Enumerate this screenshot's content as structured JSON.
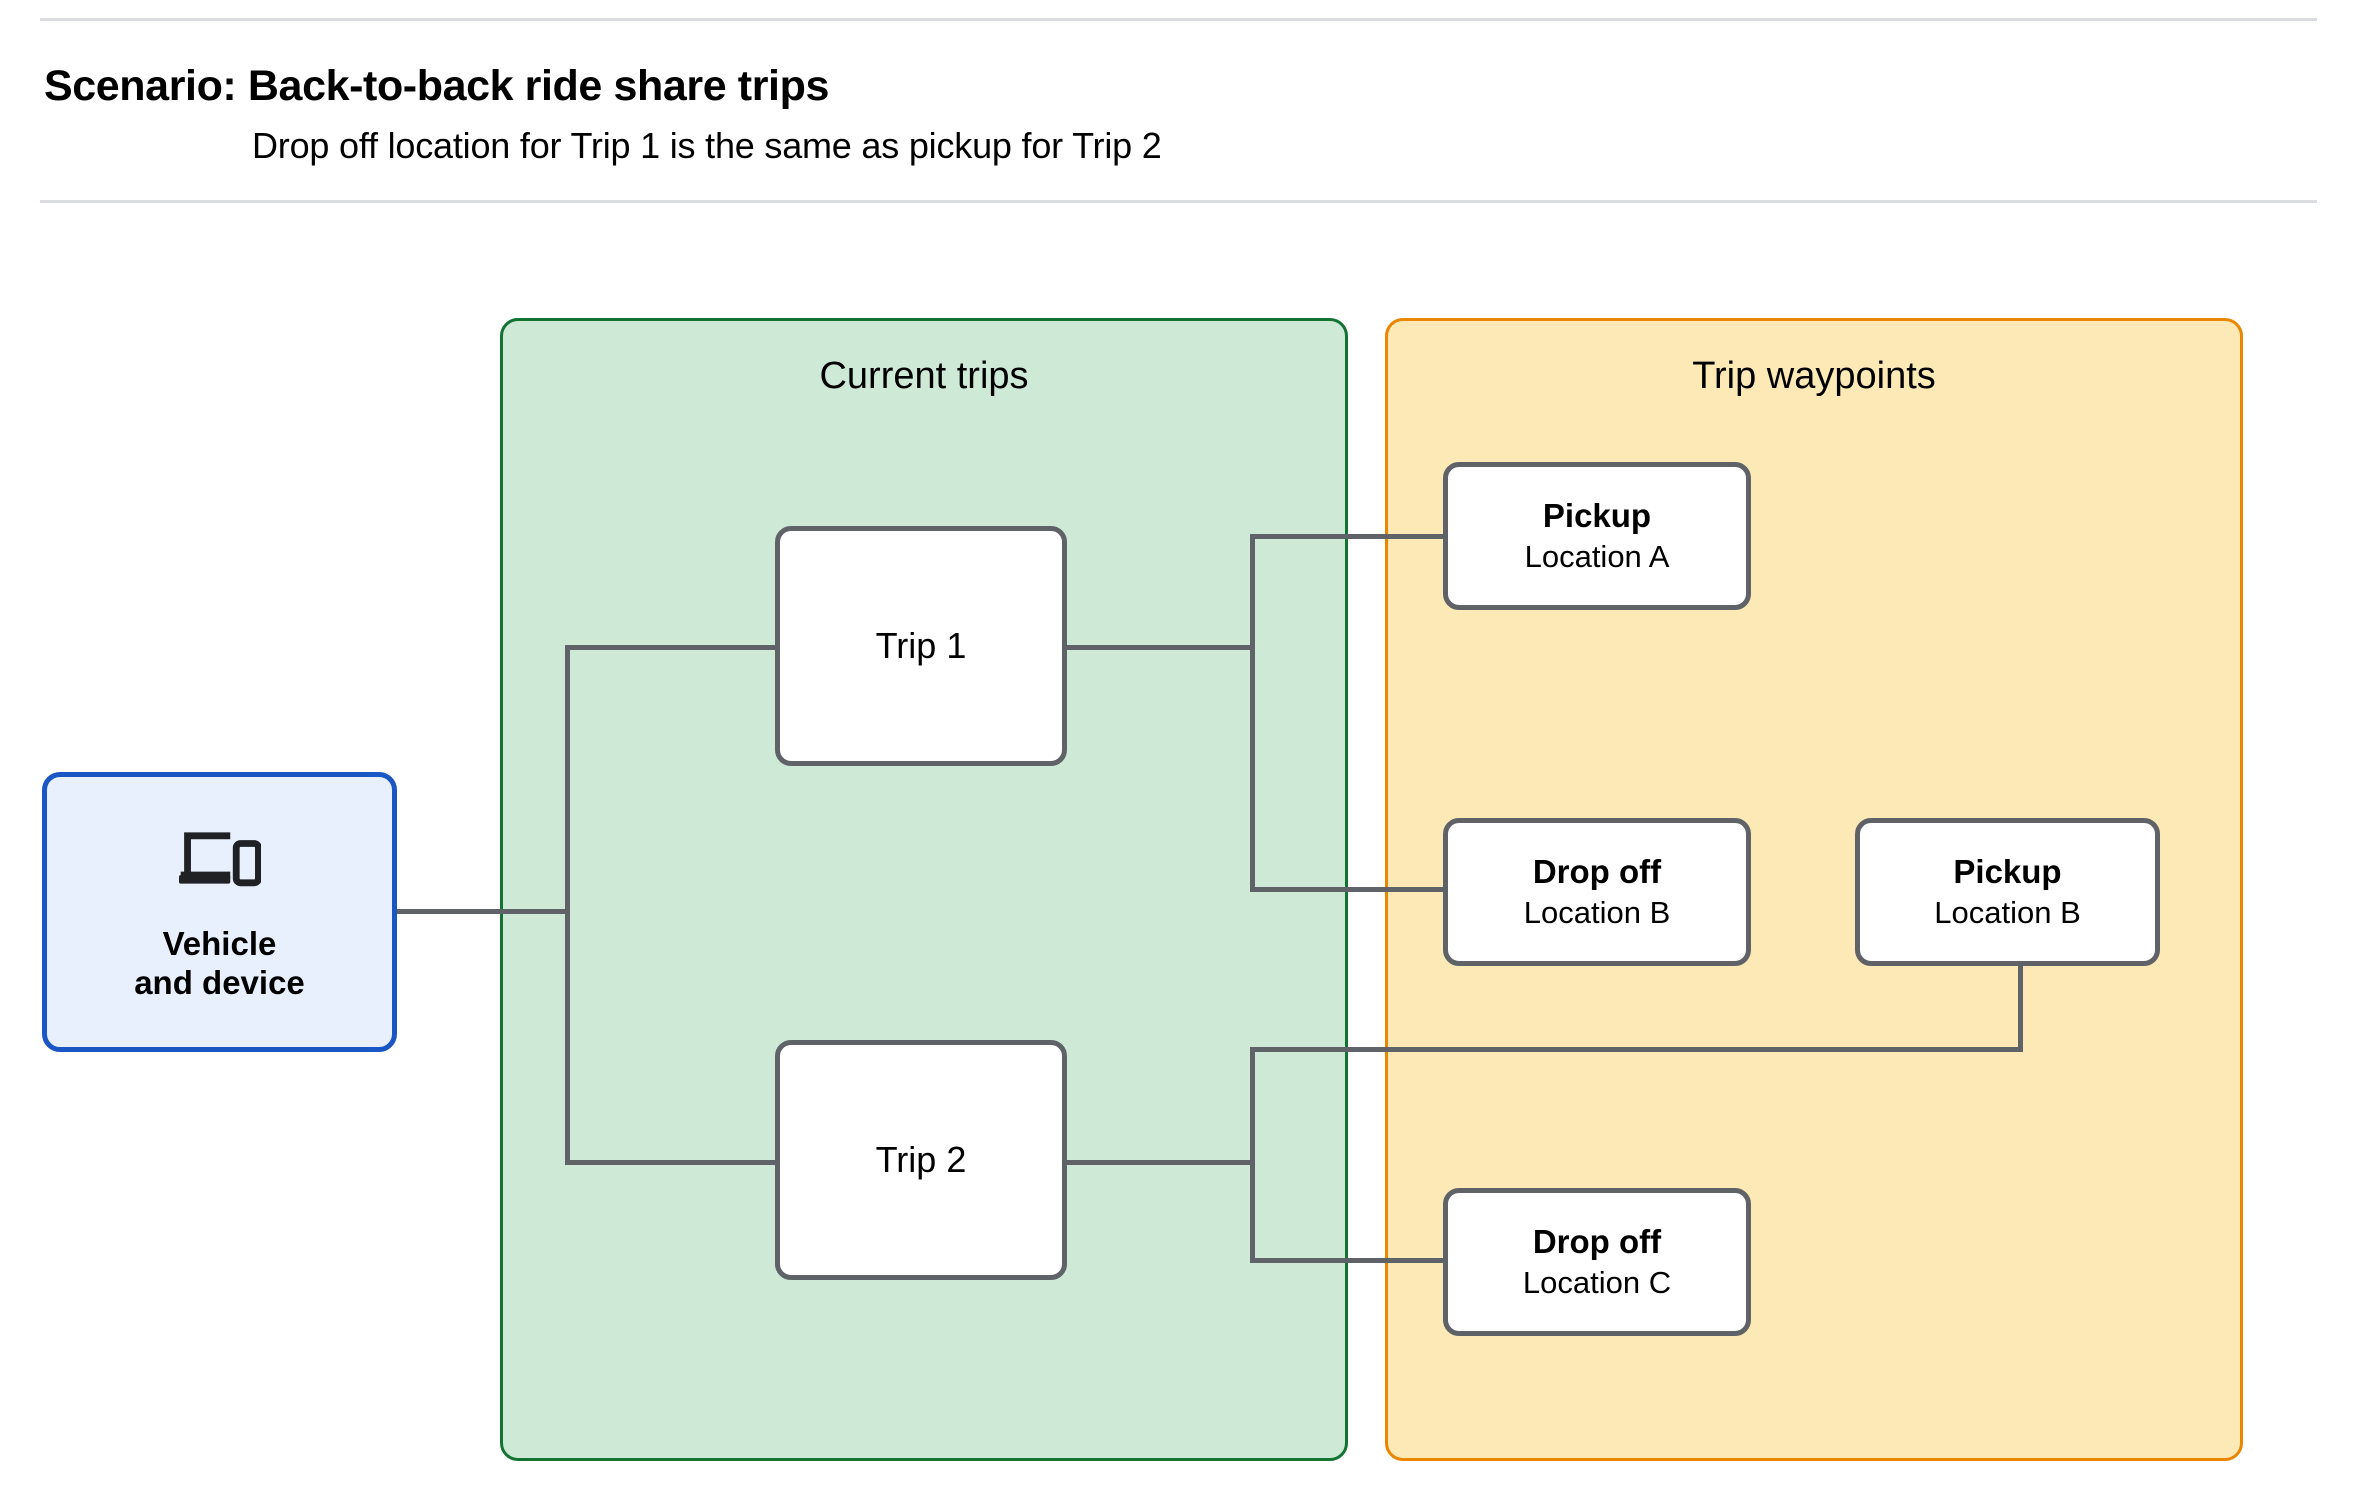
{
  "header": {
    "title": "Scenario: Back-to-back ride share trips",
    "subtitle": "Drop off  location for Trip 1 is the same as pickup for Trip 2",
    "divider_color": "#dadce0"
  },
  "groups": {
    "current_trips": {
      "title": "Current trips",
      "fill": "#ceead6",
      "border": "#137333"
    },
    "trip_waypoints": {
      "title": "Trip waypoints",
      "fill": "#fde9b5",
      "border": "#ea8600"
    }
  },
  "nodes": {
    "vehicle": {
      "label": "Vehicle\nand device",
      "icon": "devices-icon",
      "fill": "#e8f0fe",
      "border": "#1a56c4"
    },
    "trip_1": {
      "label": "Trip 1"
    },
    "trip_2": {
      "label": "Trip 2"
    },
    "pickup_a": {
      "title": "Pickup",
      "subtitle": "Location A"
    },
    "dropoff_b": {
      "title": "Drop off",
      "subtitle": "Location B"
    },
    "pickup_b": {
      "title": "Pickup",
      "subtitle": "Location B"
    },
    "dropoff_c": {
      "title": "Drop off",
      "subtitle": "Location C"
    }
  },
  "connector_color": "#5f6368"
}
